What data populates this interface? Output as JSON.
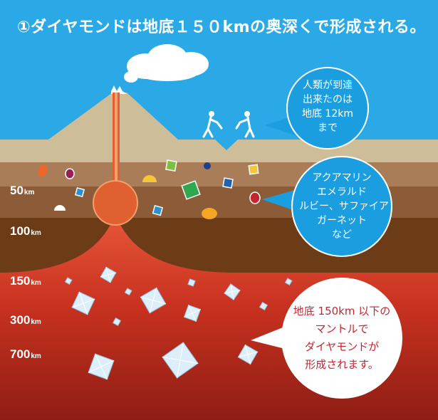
{
  "title": "①ダイヤモンドは地底１５０kmの奥深くで形成される。",
  "depth_labels": [
    {
      "value": "50",
      "unit": "km"
    },
    {
      "value": "100",
      "unit": "km"
    },
    {
      "value": "150",
      "unit": "km"
    },
    {
      "value": "300",
      "unit": "km"
    },
    {
      "value": "700",
      "unit": "km"
    }
  ],
  "callout_reach": {
    "lines": [
      "人類が到達",
      "出来たのは",
      "地底 12km",
      "まで"
    ]
  },
  "callout_gems": {
    "lines": [
      "アクアマリン",
      "エメラルド",
      "ルビー、サファイア",
      "ガーネット",
      "など"
    ]
  },
  "callout_diamond": {
    "lines": [
      "地底 150km 以下の",
      "マントルで",
      "ダイヤモンドが",
      "形成されます。"
    ]
  },
  "colors": {
    "sky": "#2aa9e6",
    "crust_top": "#cdbd99",
    "mantle_red": "#b8261d",
    "magma": "#e0602f",
    "callout_blue": "#1b9ee0",
    "callout_text_red": "#c1272d"
  }
}
